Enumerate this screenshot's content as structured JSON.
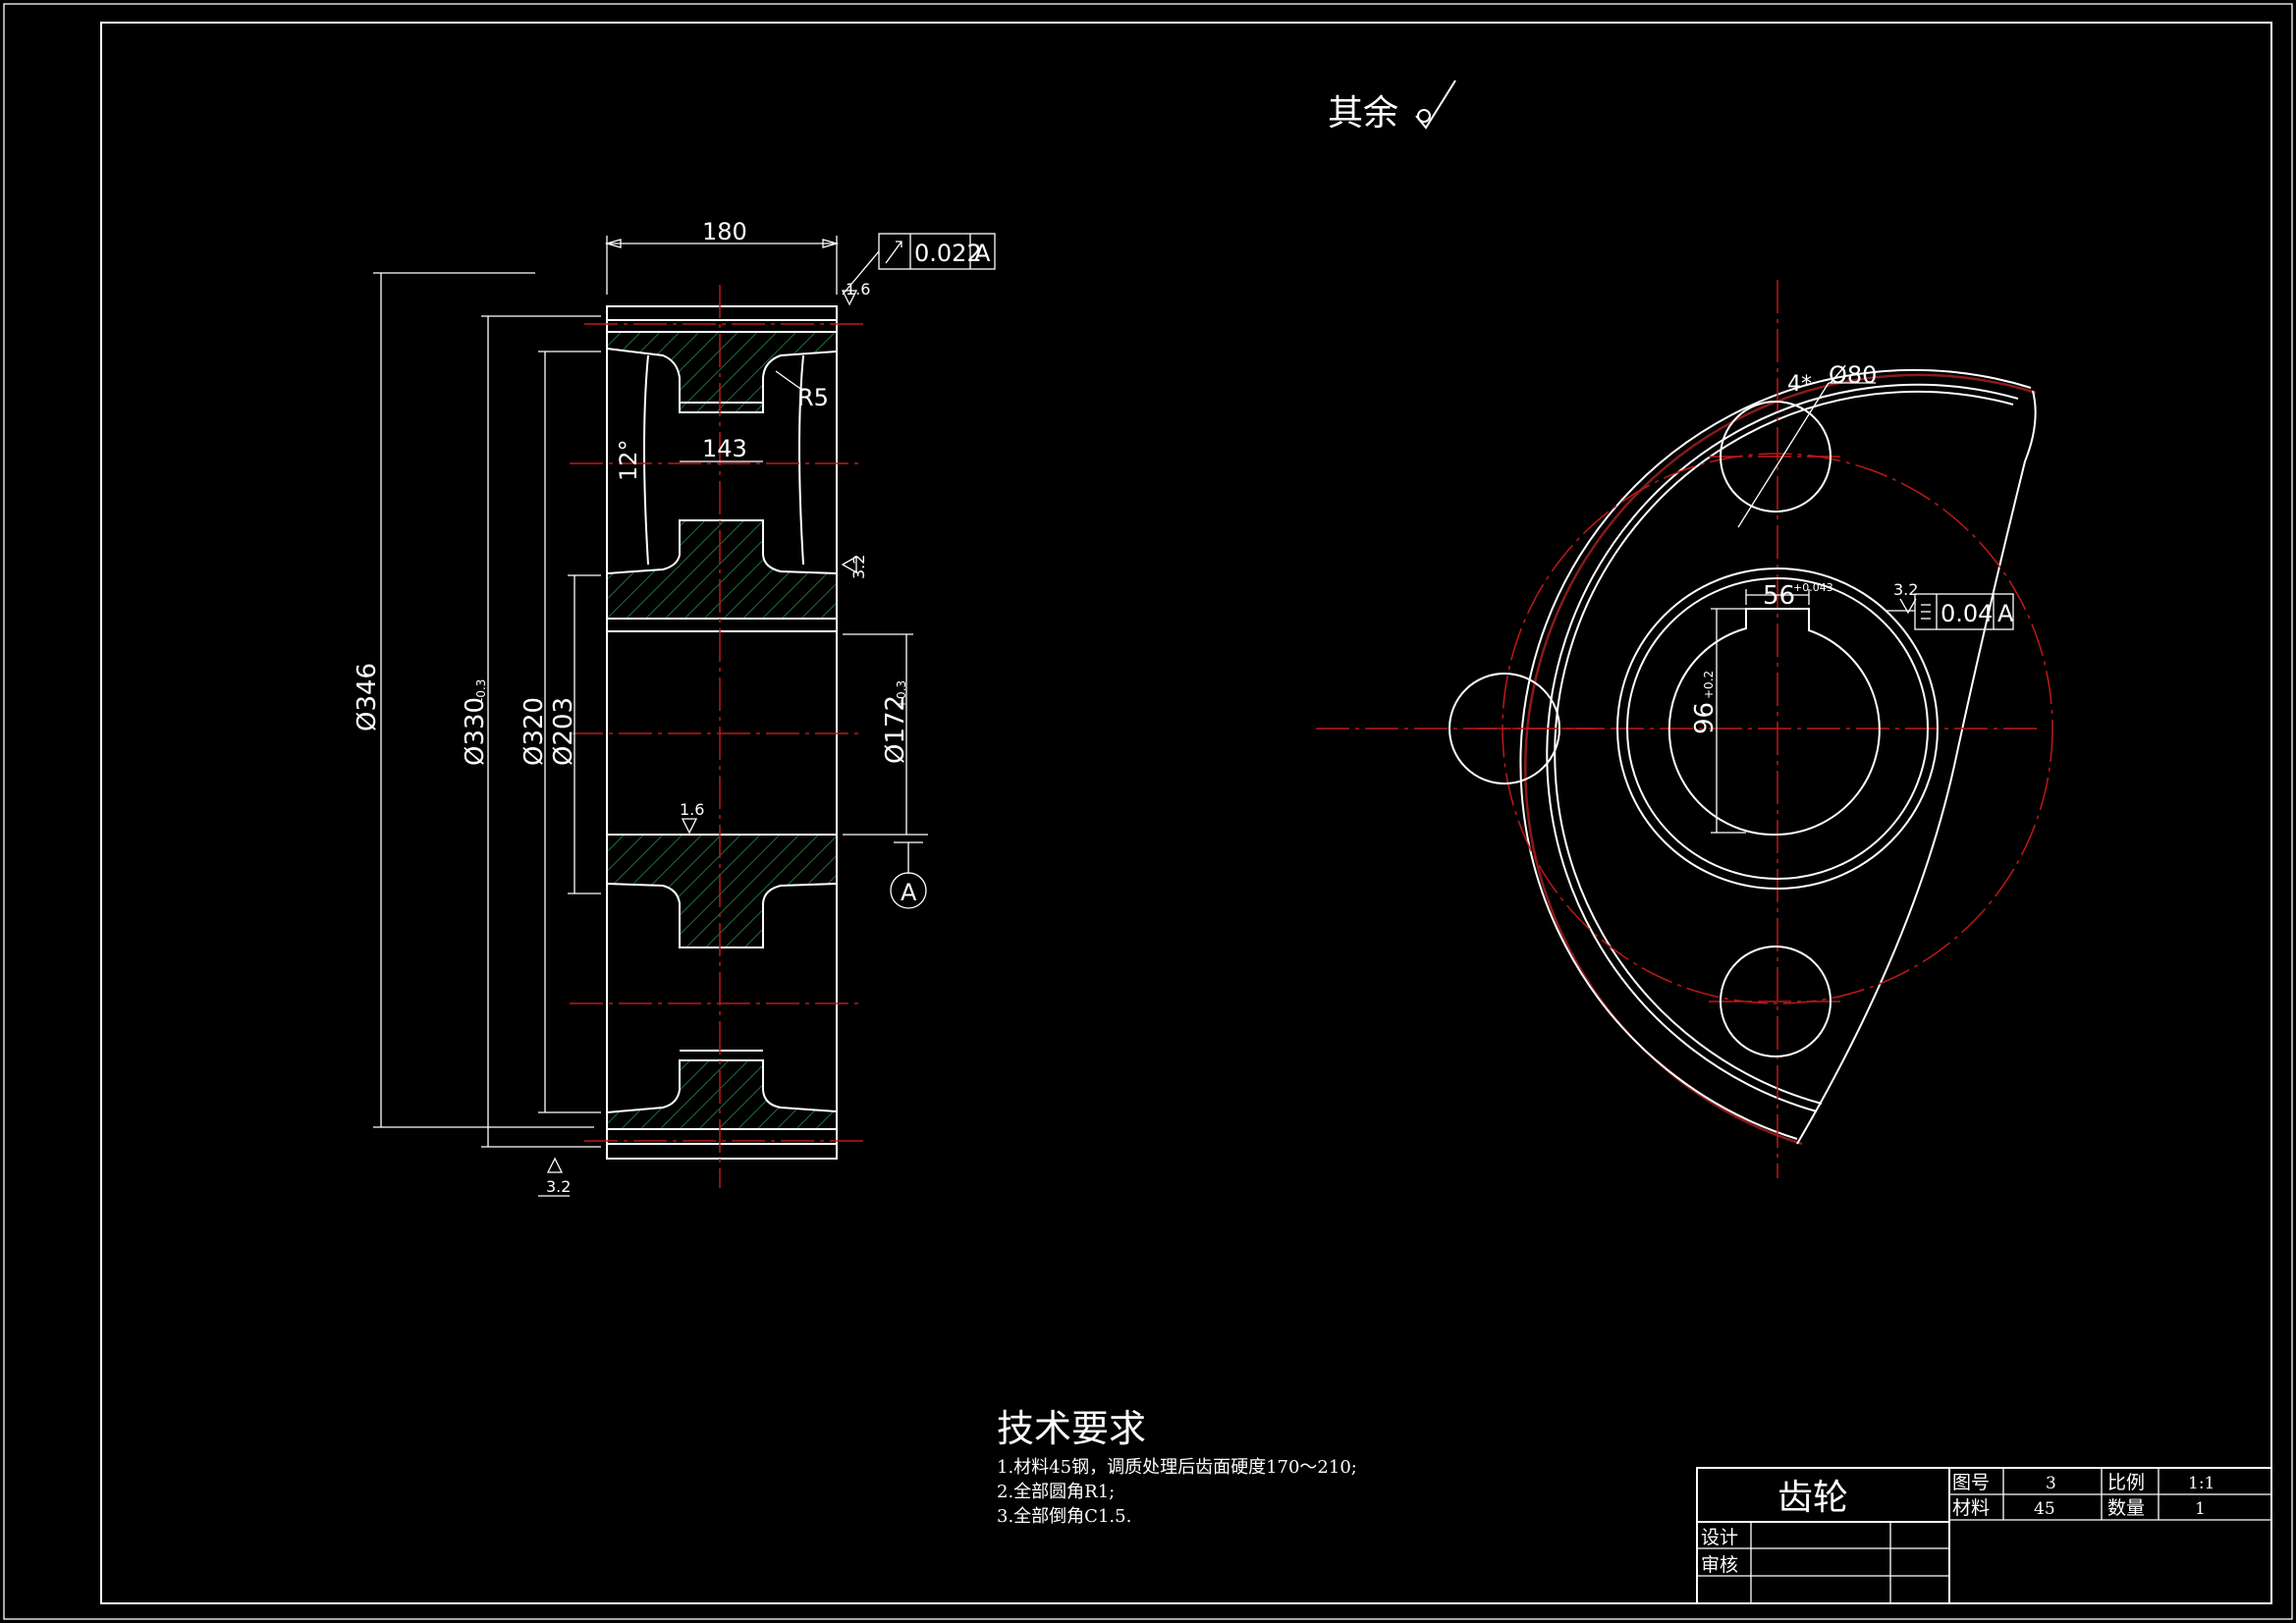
{
  "roughness_note": {
    "label": "其余"
  },
  "side_view": {
    "dims": {
      "width": "180",
      "hub_gap": "143",
      "angle": "12°",
      "fillet": "R5",
      "d_outer": "Ø346",
      "d_root": "Ø330",
      "d_root_tol": "-0.3",
      "d_rim": "Ø320",
      "d_hub": "Ø203",
      "d_bore": "Ø172",
      "d_bore_tol": "+0.3"
    },
    "runout_tolerance": {
      "value": "0.022",
      "datum": "A"
    },
    "roughness": {
      "face_top": "1.6",
      "side_right": "3.2",
      "bore": "1.6",
      "bottom_left": "3.2"
    },
    "datum_label": "A"
  },
  "front_view": {
    "hole_callout": {
      "count": "4*",
      "diameter": "Ø80"
    },
    "keyway_width": "56",
    "keyway_tol": "+0.043",
    "bore_depth": "96",
    "bore_depth_tol": "+0.2",
    "roughness": "3.2",
    "tolerance": {
      "value": "0.04",
      "datum": "A"
    }
  },
  "tech_requirements": {
    "title": "技术要求",
    "items": [
      "1.材料45钢，调质处理后齿面硬度170～210;",
      "2.全部圆角R1;",
      "3.全部倒角C1.5."
    ]
  },
  "title_block": {
    "part_name": "齿轮",
    "drawing_no_label": "图号",
    "drawing_no": "3",
    "scale_label": "比例",
    "scale": "1:1",
    "material_label": "材料",
    "material": "45",
    "quantity_label": "数量",
    "quantity": "1",
    "design_label": "设计",
    "review_label": "审核"
  },
  "colors": {
    "background": "#000000",
    "lines": "#ffffff",
    "centerlines": "#c01818",
    "hatch": "#1f6f3a"
  }
}
